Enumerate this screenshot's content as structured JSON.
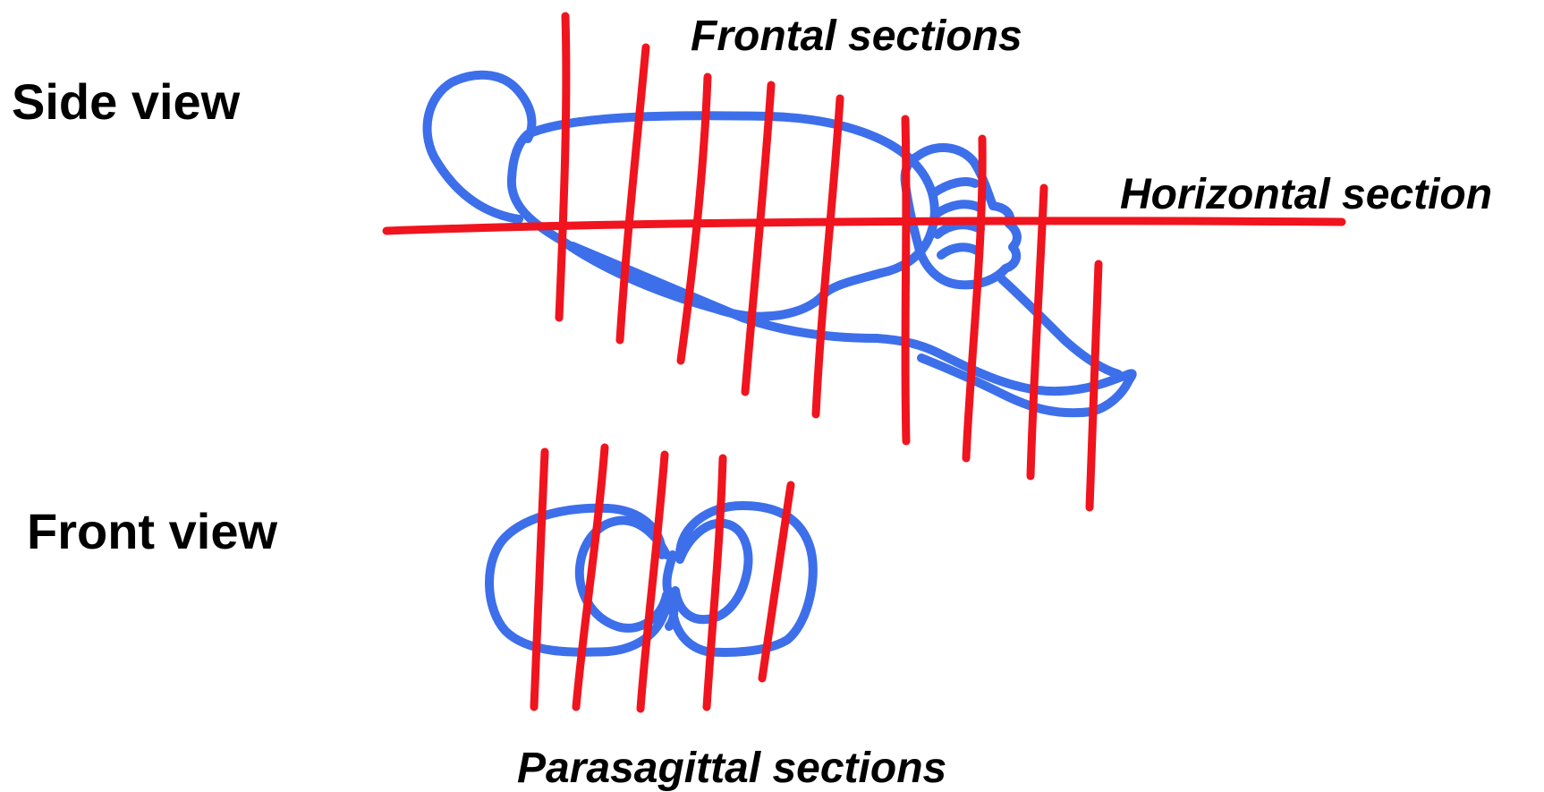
{
  "labels": {
    "side_view": "Side view",
    "front_view": "Front view",
    "frontal_sections": "Frontal sections",
    "horizontal_section": "Horizontal section",
    "parasagittal_sections": "Parasagittal sections"
  },
  "colors": {
    "brain_outline": "#3d6fea",
    "section_lines": "#f0141e",
    "text": "#000000",
    "background": "#ffffff"
  }
}
